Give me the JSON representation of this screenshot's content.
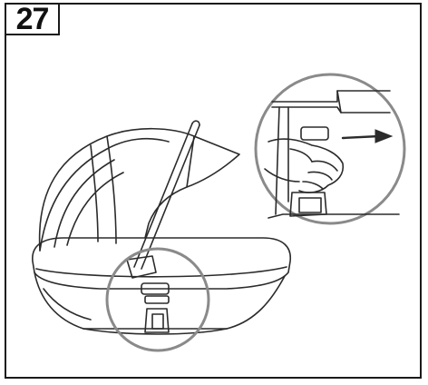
{
  "step": {
    "number": "27"
  },
  "illustration": {
    "stroke_color": "#2b2b2b",
    "callout_color": "#8a8a8a",
    "arrow_color": "#2b2b2b",
    "subject": "carrycot-handle-release",
    "action_direction": "right"
  }
}
